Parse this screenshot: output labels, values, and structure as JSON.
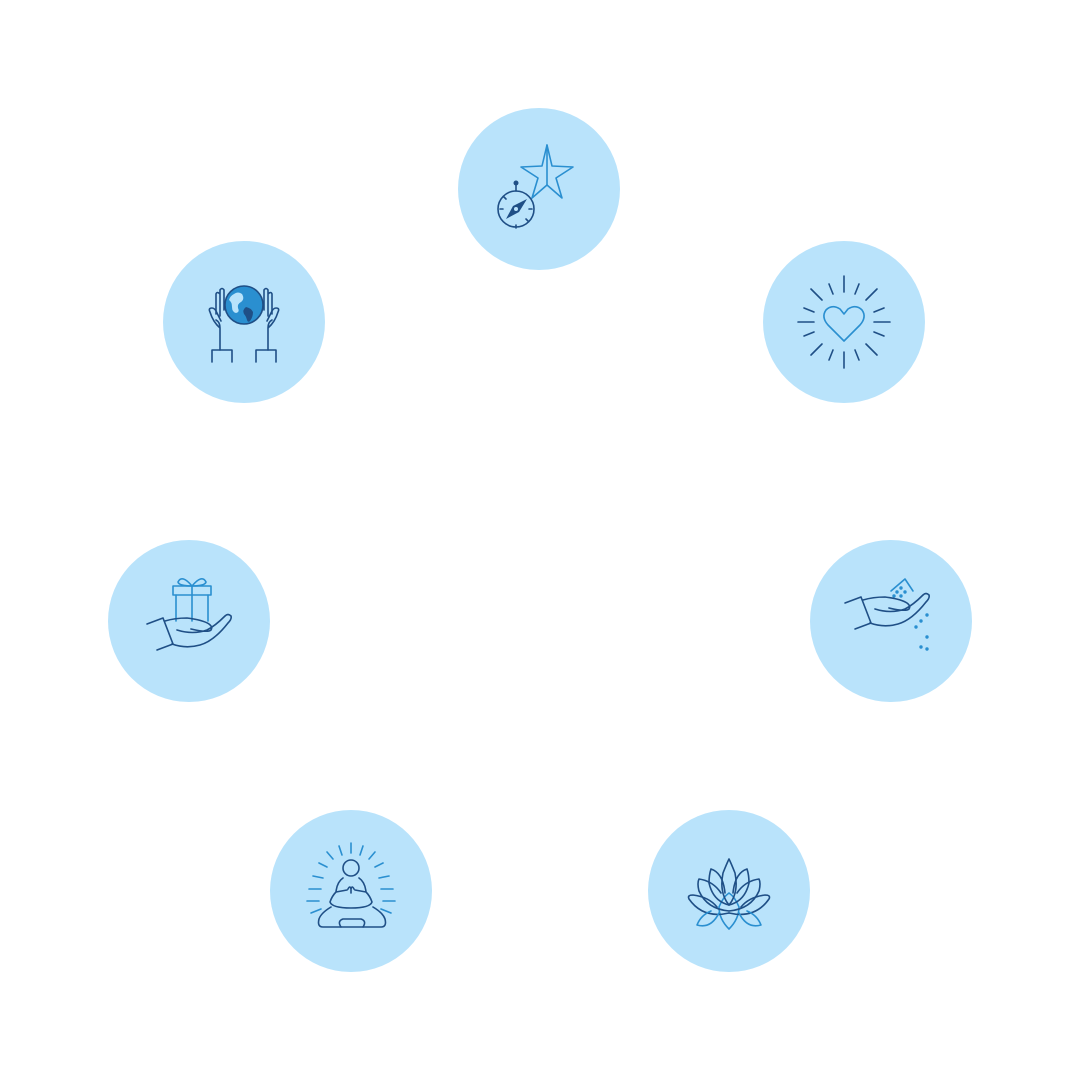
{
  "colors": {
    "background": "#ffffff",
    "circle_fill": "#b9e3fb",
    "icon_dark": "#1f4f86",
    "icon_light": "#2a8fd0"
  },
  "icons": [
    {
      "id": "compass",
      "icon": "compass-star-icon"
    },
    {
      "id": "globe",
      "icon": "hands-holding-globe-icon"
    },
    {
      "id": "heart",
      "icon": "radiant-heart-icon"
    },
    {
      "id": "gift",
      "icon": "hand-with-gift-icon"
    },
    {
      "id": "seeds",
      "icon": "hand-sowing-seeds-icon"
    },
    {
      "id": "yoga",
      "icon": "meditating-person-icon"
    },
    {
      "id": "lotus",
      "icon": "lotus-flower-icon"
    }
  ]
}
